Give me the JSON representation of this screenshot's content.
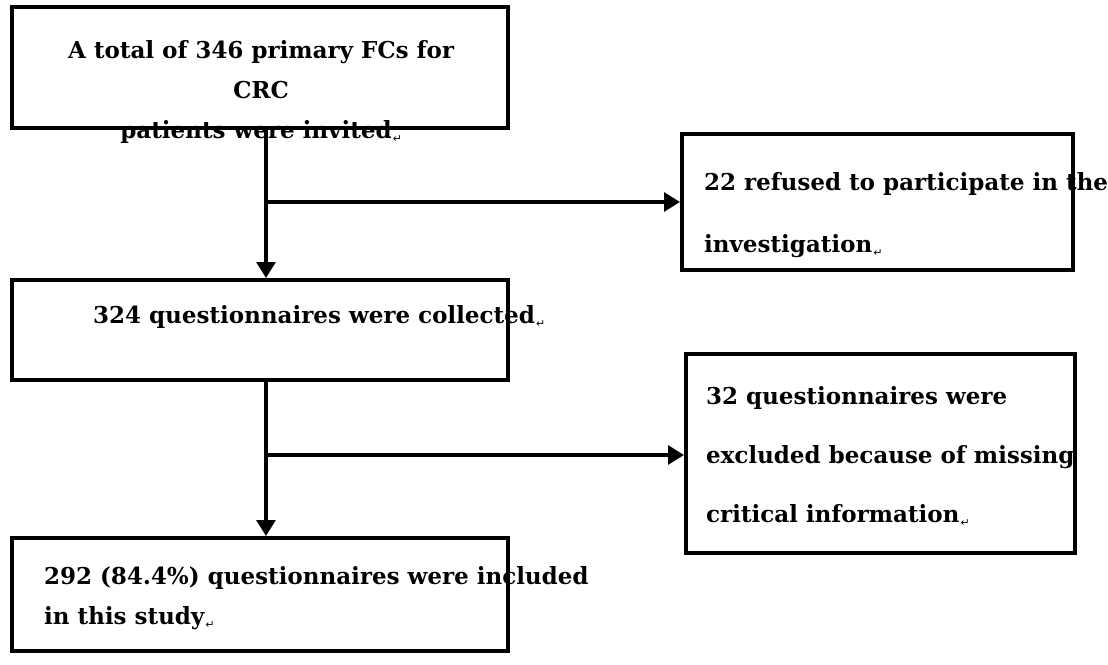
{
  "flowchart": {
    "nodes": [
      {
        "id": "invited",
        "lines": [
          "A total of 346 primary FCs for CRC",
          "patients were invited"
        ]
      },
      {
        "id": "refused",
        "lines": [
          "22 refused to participate in the",
          "investigation"
        ]
      },
      {
        "id": "collected",
        "lines": [
          "324 questionnaires were collected"
        ]
      },
      {
        "id": "excluded",
        "lines": [
          "32 questionnaires were",
          "excluded because of missing",
          "critical information"
        ]
      },
      {
        "id": "included",
        "lines": [
          "292 (84.4%) questionnaires were included",
          "in this study"
        ]
      }
    ],
    "paragraph_mark": "↵",
    "colors": {
      "stroke": "#000000",
      "background": "#ffffff"
    }
  }
}
